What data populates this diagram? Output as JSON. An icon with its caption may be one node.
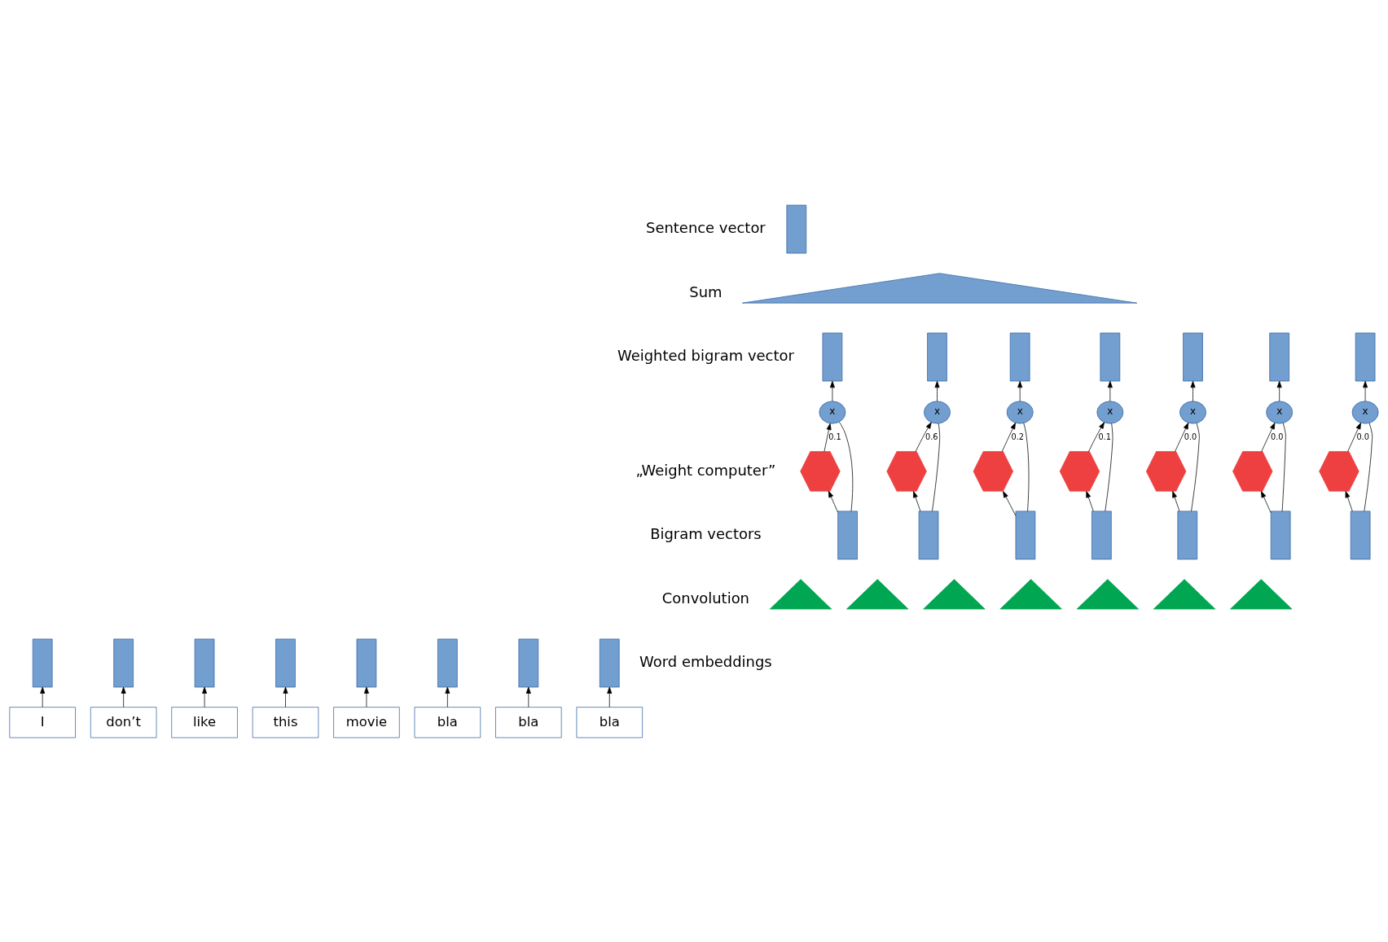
{
  "diagram": {
    "nodes": [
      {
        "text": [],
        "shape": "box"
      },
      {
        "text": [],
        "shape": "triangle"
      },
      {
        "text": [],
        "shape": "box"
      },
      {
        "text": [],
        "shape": "box"
      },
      {
        "text": [],
        "shape": "box"
      },
      {
        "text": [],
        "shape": "box"
      },
      {
        "text": [],
        "shape": "box"
      },
      {
        "text": [],
        "shape": "box"
      },
      {
        "text": [],
        "shape": "box"
      },
      {
        "text": [
          "x"
        ]
      },
      {
        "text": [
          "x"
        ]
      },
      {
        "text": [
          "x"
        ]
      },
      {
        "text": [
          "x"
        ]
      },
      {
        "text": [
          "x"
        ]
      },
      {
        "text": [
          "x"
        ]
      },
      {
        "text": [
          "x"
        ]
      },
      {
        "text": [],
        "shape": "hexagon"
      },
      {
        "text": [],
        "shape": "hexagon"
      },
      {
        "text": [],
        "shape": "hexagon"
      },
      {
        "text": [],
        "shape": "hexagon"
      },
      {
        "text": [],
        "shape": "hexagon"
      },
      {
        "text": [],
        "shape": "hexagon"
      },
      {
        "text": [],
        "shape": "hexagon"
      },
      {
        "text": [],
        "shape": "box"
      },
      {
        "text": [],
        "shape": "box"
      },
      {
        "text": [],
        "shape": "box"
      },
      {
        "text": [],
        "shape": "box"
      },
      {
        "text": [],
        "shape": "box"
      },
      {
        "text": [],
        "shape": "box"
      },
      {
        "text": [],
        "shape": "box"
      },
      {
        "text": [],
        "shape": "triangle"
      },
      {
        "text": [],
        "shape": "triangle"
      },
      {
        "text": [],
        "shape": "triangle"
      },
      {
        "text": [],
        "shape": "triangle"
      },
      {
        "text": [],
        "shape": "triangle"
      },
      {
        "text": [],
        "shape": "triangle"
      },
      {
        "text": [],
        "shape": "triangle"
      },
      {
        "text": [],
        "shape": "box"
      },
      {
        "text": [],
        "shape": "box"
      },
      {
        "text": [],
        "shape": "box"
      },
      {
        "text": [],
        "shape": "box"
      },
      {
        "text": [],
        "shape": "box"
      },
      {
        "text": [],
        "shape": "box"
      },
      {
        "text": [],
        "shape": "box"
      },
      {
        "text": [],
        "shape": "box"
      },
      {
        "text": [
          "I"
        ]
      },
      {
        "text": [
          "don’t"
        ]
      },
      {
        "text": [
          "like"
        ]
      },
      {
        "text": [
          "this"
        ]
      },
      {
        "text": [
          "movie"
        ]
      },
      {
        "text": [
          "bla"
        ]
      },
      {
        "text": [
          "bla"
        ]
      },
      {
        "text": [
          "bla"
        ]
      }
    ],
    "edges": [
      {
        "from": 45,
        "to": 37,
        "arrow": "to"
      },
      {
        "from": 46,
        "to": 38,
        "arrow": "to"
      },
      {
        "from": 47,
        "to": 39,
        "arrow": "to"
      },
      {
        "from": 48,
        "to": 40,
        "arrow": "to"
      },
      {
        "from": 49,
        "to": 41,
        "arrow": "to"
      },
      {
        "from": 50,
        "to": 42,
        "arrow": "to"
      },
      {
        "from": 51,
        "to": 43,
        "arrow": "to"
      },
      {
        "from": 52,
        "to": 44,
        "arrow": "to"
      },
      {
        "from": 23,
        "to": 16,
        "arrow": "to"
      },
      {
        "from": 24,
        "to": 17,
        "arrow": "to"
      },
      {
        "from": 25,
        "to": 18,
        "arrow": "to"
      },
      {
        "from": 26,
        "to": 19,
        "arrow": "to"
      },
      {
        "from": 27,
        "to": 20,
        "arrow": "to"
      },
      {
        "from": 28,
        "to": 21,
        "arrow": "to"
      },
      {
        "from": 29,
        "to": 22,
        "arrow": "to"
      },
      {
        "from": 16,
        "to": 9,
        "arrow": "to",
        "label": "0.1"
      },
      {
        "from": 17,
        "to": 10,
        "arrow": "to",
        "label": "0.6"
      },
      {
        "from": 18,
        "to": 11,
        "arrow": "to",
        "label": "0.2"
      },
      {
        "from": 19,
        "to": 12,
        "arrow": "to",
        "label": "0.1"
      },
      {
        "from": 20,
        "to": 13,
        "arrow": "to",
        "label": "0.0"
      },
      {
        "from": 21,
        "to": 14,
        "arrow": "to",
        "label": "0.0"
      },
      {
        "from": 22,
        "to": 15,
        "arrow": "to",
        "label": "0.0"
      },
      {
        "from": 23,
        "to": 9,
        "arrow": "none"
      },
      {
        "from": 24,
        "to": 10,
        "arrow": "none"
      },
      {
        "from": 25,
        "to": 11,
        "arrow": "none"
      },
      {
        "from": 26,
        "to": 12,
        "arrow": "none"
      },
      {
        "from": 27,
        "to": 13,
        "arrow": "none"
      },
      {
        "from": 28,
        "to": 14,
        "arrow": "none"
      },
      {
        "from": 29,
        "to": 15,
        "arrow": "none"
      },
      {
        "from": 9,
        "to": 2,
        "arrow": "to"
      },
      {
        "from": 10,
        "to": 3,
        "arrow": "to"
      },
      {
        "from": 11,
        "to": 4,
        "arrow": "to"
      },
      {
        "from": 12,
        "to": 5,
        "arrow": "to"
      },
      {
        "from": 13,
        "to": 6,
        "arrow": "to"
      },
      {
        "from": 14,
        "to": 7,
        "arrow": "to"
      },
      {
        "from": 15,
        "to": 8,
        "arrow": "to"
      }
    ],
    "labels": [
      "Sentence vector",
      "Sum",
      "Weighted bigram vector",
      "„Weight computer”",
      "Bigram vectors",
      "Convolution",
      "Word embeddings"
    ]
  }
}
